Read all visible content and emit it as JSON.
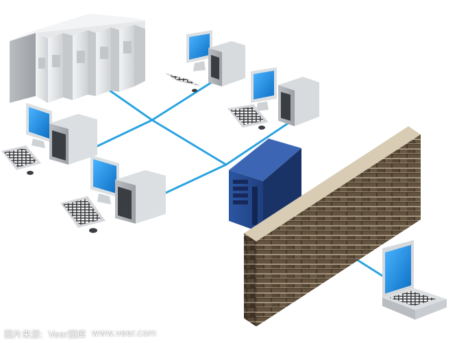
{
  "diagram": {
    "nodes": [
      {
        "id": "server-rack",
        "kind": "rack-servers",
        "units": 5
      },
      {
        "id": "workstation-1",
        "kind": "desktop-pc"
      },
      {
        "id": "workstation-2",
        "kind": "desktop-pc"
      },
      {
        "id": "workstation-3",
        "kind": "desktop-pc"
      },
      {
        "id": "workstation-4",
        "kind": "desktop-pc"
      },
      {
        "id": "central-server",
        "kind": "tower-server"
      },
      {
        "id": "firewall",
        "kind": "brick-wall"
      },
      {
        "id": "remote-laptop",
        "kind": "laptop"
      }
    ],
    "links": [
      [
        "server-rack",
        "central-server"
      ],
      [
        "workstation-1",
        "central-server"
      ],
      [
        "workstation-2",
        "central-server"
      ],
      [
        "workstation-3",
        "central-server"
      ],
      [
        "workstation-4",
        "central-server"
      ],
      [
        "central-server",
        "firewall"
      ],
      [
        "firewall",
        "remote-laptop"
      ]
    ],
    "colors": {
      "cable": "#2aa3e0",
      "monitor_screen": "#1f8fe0",
      "server_blue": "#2b4f93",
      "case_gray": "#d9dbdd",
      "brick": "#5b4a36"
    }
  },
  "watermark": {
    "label": "图片来源:",
    "brand": "Veer图库",
    "url": "www.veer.com"
  }
}
